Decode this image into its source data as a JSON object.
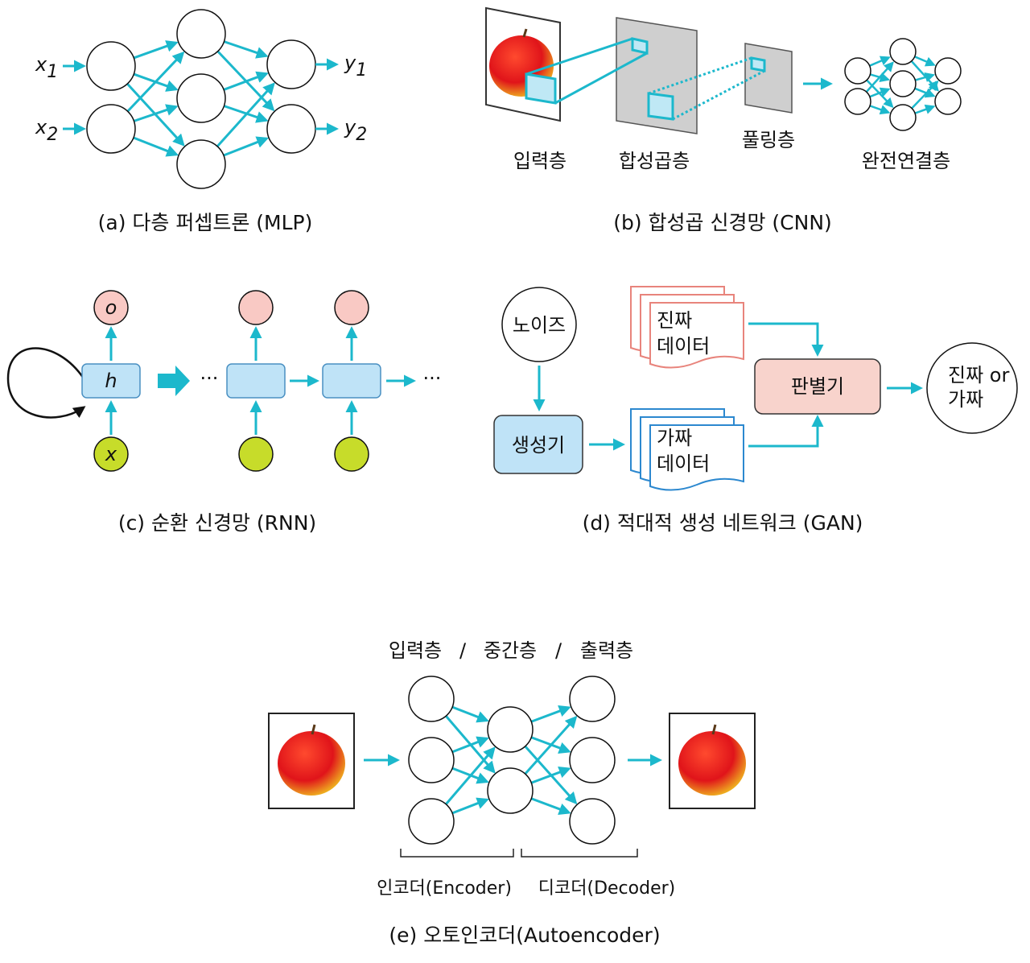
{
  "colors": {
    "arrow": "#1cb8cc",
    "node_stroke": "#111111",
    "hidden_fill": "#bfe3f7",
    "hidden_stroke": "#4a90c2",
    "output_fill": "#f9c9c4",
    "input_fill": "#c7dc2a",
    "layer_plate": "#cfcfcf",
    "real_doc": "#e8847c",
    "fake_doc": "#2c88cf",
    "discriminator_fill": "#f8d3cc",
    "apple": "#e0141a"
  },
  "mlp": {
    "x1": "x",
    "x1_sub": "1",
    "x2": "x",
    "x2_sub": "2",
    "y1": "y",
    "y1_sub": "1",
    "y2": "y",
    "y2_sub": "2",
    "caption": "(a) 다층 퍼셉트론 (MLP)"
  },
  "cnn": {
    "input_layer": "입력층",
    "conv_layer": "합성곱층",
    "pool_layer": "풀링층",
    "fc_layer": "완전연결층",
    "caption": "(b) 합성곱 신경망 (CNN)"
  },
  "rnn": {
    "output_label": "o",
    "hidden_label": "h",
    "input_label": "x",
    "ellipsis_1": "···",
    "ellipsis_2": "···",
    "caption": "(c) 순환 신경망 (RNN)"
  },
  "gan": {
    "noise": "노이즈",
    "generator": "생성기",
    "real_data_1": "진짜",
    "real_data_2": "데이터",
    "fake_data_1": "가짜",
    "fake_data_2": "데이터",
    "discriminator": "판별기",
    "result_1": "진짜 or",
    "result_2": "가짜",
    "caption": "(d) 적대적 생성 네트워크 (GAN)"
  },
  "autoencoder": {
    "layers_header_1": "입력층",
    "sep_1": "/",
    "layers_header_2": "중간층",
    "sep_2": "/",
    "layers_header_3": "출력층",
    "encoder": "인코더(Encoder)",
    "decoder": "디코더(Decoder)",
    "caption": "(e) 오토인코더(Autoencoder)"
  }
}
